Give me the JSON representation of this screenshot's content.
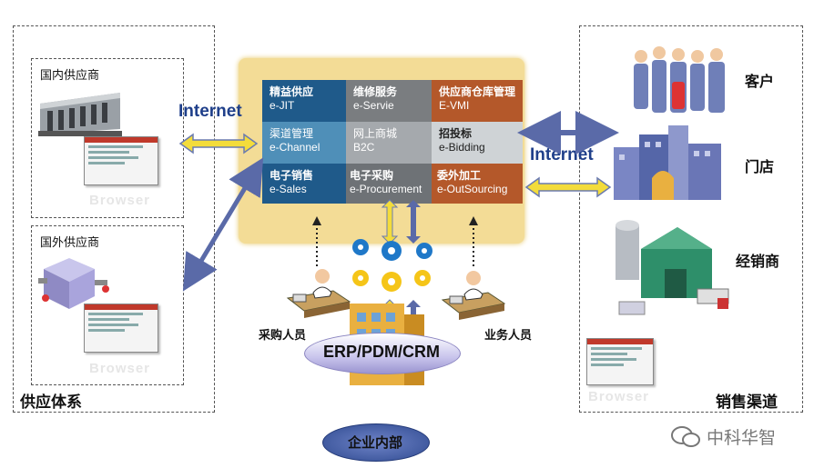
{
  "internet_left": "Internet",
  "internet_right": "Internet",
  "tiles": [
    {
      "cn": "精益供应",
      "en": "e-JIT"
    },
    {
      "cn": "维修服务",
      "en": "e-Servie"
    },
    {
      "cn": "供应商仓库管理",
      "en": "E-VMI"
    },
    {
      "cn": "渠道管理",
      "en": "e-Channel"
    },
    {
      "cn": "网上商城",
      "en": "B2C"
    },
    {
      "cn": "招投标",
      "en": "e-Bidding"
    },
    {
      "cn": "电子销售",
      "en": "e-Sales"
    },
    {
      "cn": "电子采购",
      "en": "e-Procurement"
    },
    {
      "cn": "委外加工",
      "en": "e-OutSourcing"
    }
  ],
  "supply": {
    "domestic": "国内供应商",
    "foreign": "国外供应商",
    "browser": "Browser",
    "title": "供应体系"
  },
  "sales": {
    "customer": "客户",
    "store": "门店",
    "distributor": "经销商",
    "browser": "Browser",
    "title": "销售渠道"
  },
  "people": {
    "purchasing": "采购人员",
    "business": "业务人员"
  },
  "erp": "ERP/PDM/CRM",
  "internal": "企业内部",
  "watermark": "中科华智",
  "colors": {
    "tile_blue": "#1f5a8a",
    "tile_gray": "#7a7d80",
    "tile_orange": "#b4582a",
    "panel": "#f3dc96",
    "arrow_yellow": "#f3dc3b",
    "arrow_blue": "#5a6aa8"
  }
}
